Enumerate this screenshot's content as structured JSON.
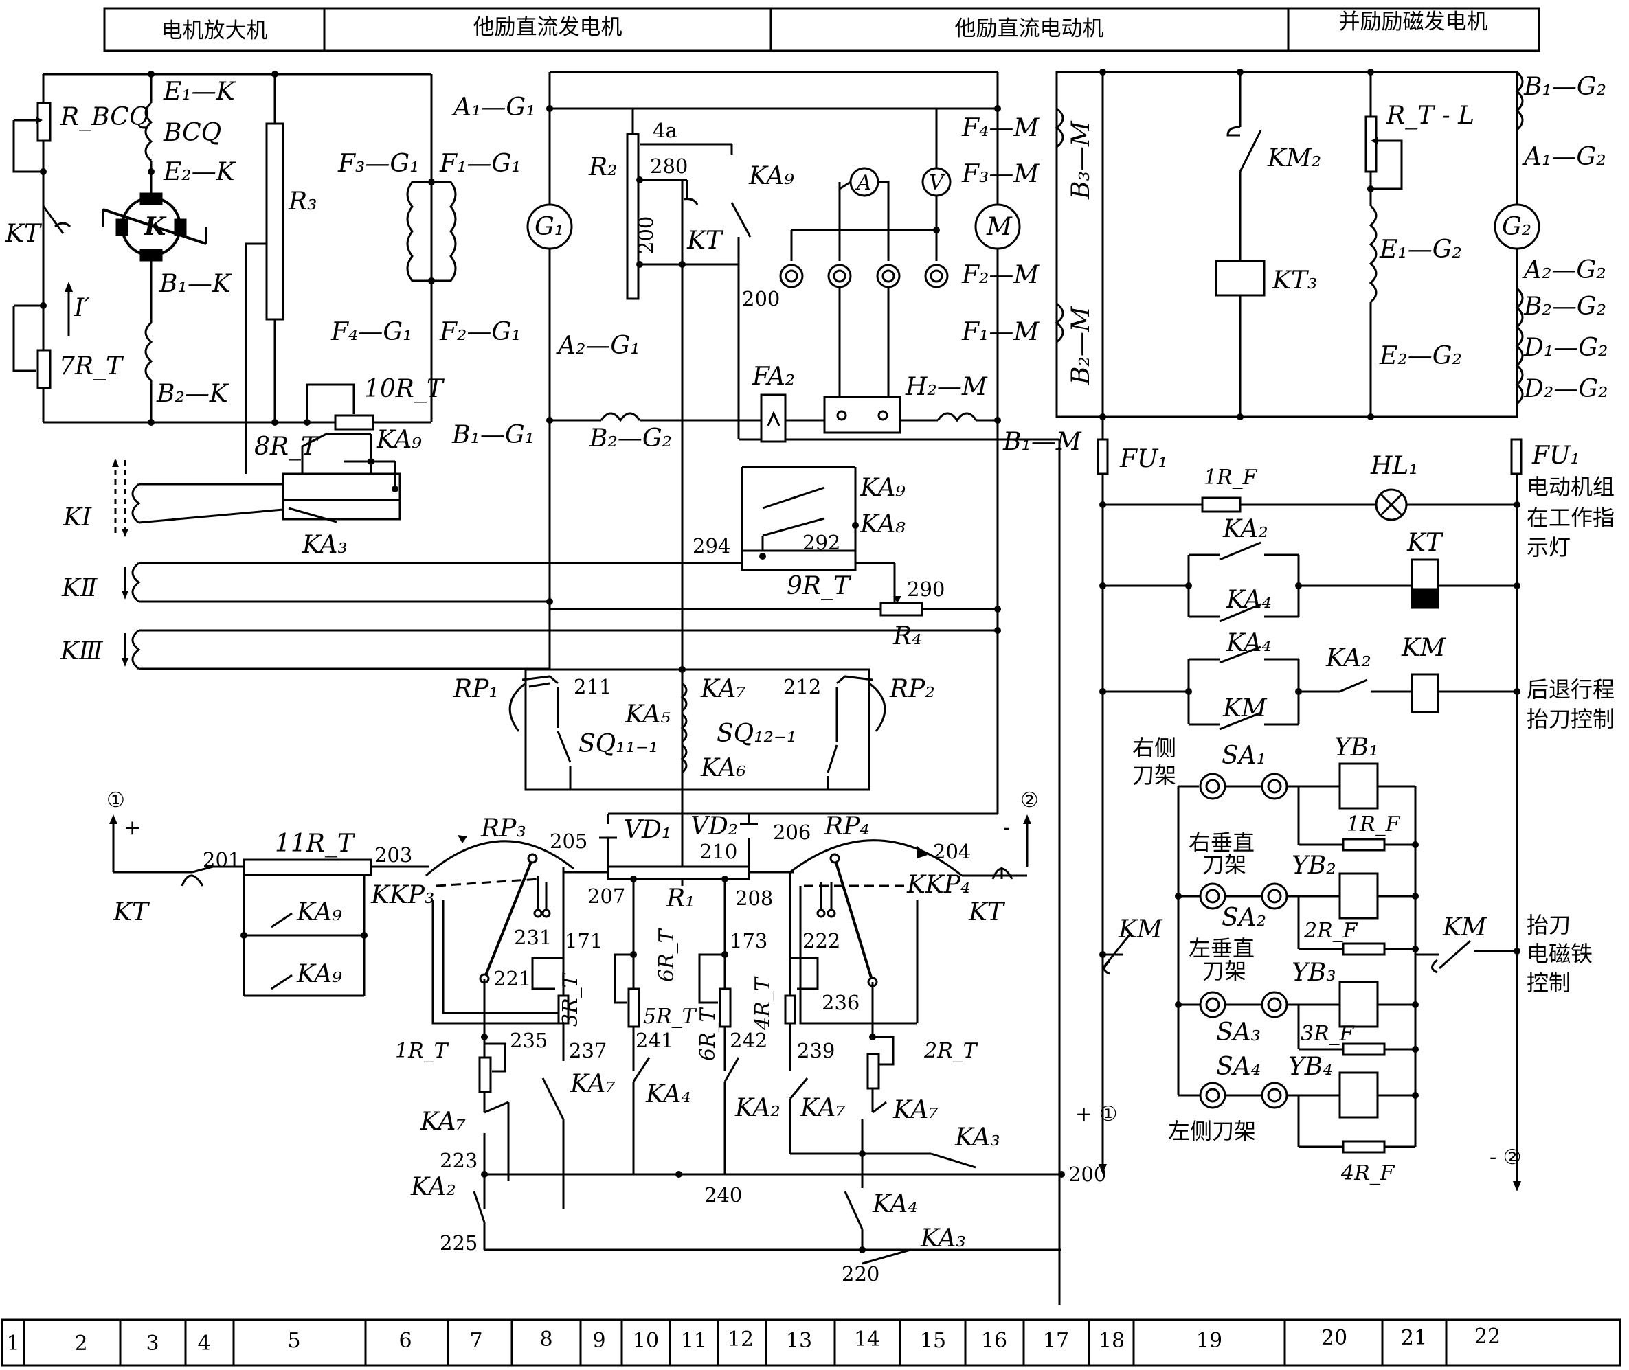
{
  "header": {
    "sections": [
      {
        "id": "amp",
        "label": "电机放大机"
      },
      {
        "id": "gen",
        "label": "他励直流发电机"
      },
      {
        "id": "motor",
        "label": "他励直流电动机"
      },
      {
        "id": "exc",
        "label": "并励励磁发电机"
      }
    ]
  },
  "footer": {
    "columns": [
      "1",
      "2",
      "3",
      "4",
      "5",
      "6",
      "7",
      "8",
      "9",
      "10",
      "11",
      "12",
      "13",
      "14",
      "15",
      "16",
      "17",
      "18",
      "19",
      "20",
      "21",
      "22"
    ]
  },
  "labels": {
    "E1K": "E₁—K",
    "E2K": "E₂—K",
    "B1K": "B₁—K",
    "B2K": "B₂—K",
    "RBCQ": "R_BCQ",
    "BCQ": "BCQ",
    "K": "K",
    "KT": "KT",
    "Iprime": "I′",
    "R7T": "7R_T",
    "R3": "R₃",
    "R10T": "10R_T",
    "R8T": "8R_T",
    "KA9a": "KA₉",
    "KA3a": "KA₃",
    "KI": "KⅠ",
    "KII": "KⅡ",
    "KIII": "KⅢ",
    "F3G1": "F₃—G₁",
    "F1G1": "F₁—G₁",
    "F4G1": "F₄—G₁",
    "F2G1": "F₂—G₁",
    "A1G1": "A₁—G₁",
    "A2G1": "A₂—G₁",
    "B1G1": "B₁—G₁",
    "B2G2": "B₂—G₂",
    "G1": "G₁",
    "R2": "R₂",
    "n4a": "4a",
    "n280": "280",
    "n200a": "200",
    "n200b": "200",
    "KA9b": "KA₉",
    "KTb": "KT",
    "A": "A",
    "V": "V",
    "M": "M",
    "FA2": "FA₂",
    "H2M": "H₂—M",
    "B1M": "B₁—M",
    "F4M": "F₄—M",
    "F3M": "F₃—M",
    "F2M": "F₂—M",
    "F1M": "F₁—M",
    "B3M": "B₃—M",
    "B2M": "B₂—M",
    "KA9c": "KA₉",
    "KA8": "KA₈",
    "n294": "294",
    "n292": "292",
    "R9T": "9R_T",
    "n290": "290",
    "R4": "R₄",
    "RP1": "RP₁",
    "n211": "211",
    "KA7a": "KA₇",
    "n212": "212",
    "RP2": "RP₂",
    "KA5": "KA₅",
    "SQ11": "SQ₁₁₋₁",
    "SQ12": "SQ₁₂₋₁",
    "KA6": "KA₆",
    "c1": "①",
    "c2": "②",
    "plus": "+",
    "minus": "-",
    "n201": "201",
    "R11T": "11R_T",
    "n203": "203",
    "KTc": "KT",
    "KKP3": "KKP₃",
    "KA9d": "KA₉",
    "KA9e": "KA₉",
    "RP3": "RP₃",
    "n205": "205",
    "VD1": "VD₁",
    "VD2": "VD₂",
    "n206": "206",
    "RP4": "RP₄",
    "n204": "204",
    "n210": "210",
    "n207": "207",
    "R1": "R₁",
    "n208": "208",
    "KKP4": "KKP₄",
    "KTd": "KT",
    "n231": "231",
    "n171": "171",
    "n221": "221",
    "R3T": "3R_T",
    "n235": "235",
    "n237": "237",
    "R1T": "1R_T",
    "R5T": "5R_T",
    "n241": "241",
    "R6Ta": "6R_T",
    "R6Tb": "6R_T",
    "n173": "173",
    "n242": "242",
    "R4T": "4R_T",
    "n222": "222",
    "n236": "236",
    "n239": "239",
    "R2T": "2R_T",
    "KA7b": "KA₇",
    "KA4a": "KA₄",
    "KA2a": "KA₂",
    "KA7c": "KA₇",
    "KA7d": "KA₇",
    "KA7e": "KA₇",
    "KA3b": "KA₃",
    "n223": "223",
    "KA2b": "KA₂",
    "n240": "240",
    "n200c": "200",
    "KA4b": "KA₄",
    "n225": "225",
    "KA3c": "KA₃",
    "n220": "220",
    "KM2": "KM₂",
    "RTL": "R_T - L",
    "KT3": "KT₃",
    "B1G2": "B₁—G₂",
    "A1G2": "A₁—G₂",
    "G2": "G₂",
    "E1G2": "E₁—G₂",
    "E2G2": "E₂—G₂",
    "A2G2": "A₂—G₂",
    "B2G2r": "B₂—G₂",
    "D1G2": "D₁—G₂",
    "D2G2": "D₂—G₂",
    "FU1a": "FU₁",
    "FU1b": "FU₁",
    "R1F": "1R_F",
    "HL1": "HL₁",
    "KA2c": "KA₂",
    "KTe": "KT",
    "KA4c": "KA₄",
    "KA4d": "KA₄",
    "KA2d": "KA₂",
    "KMa": "KM",
    "KMb": "KM",
    "SA1": "SA₁",
    "YB1": "YB₁",
    "R1Fb": "1R_F",
    "SA2": "SA₂",
    "YB2": "YB₂",
    "R2F": "2R_F",
    "SA3": "SA₃",
    "YB3": "YB₃",
    "R3F": "3R_F",
    "SA4": "SA₄",
    "YB4": "YB₄",
    "R4F": "4R_F",
    "KMc": "KM",
    "KMd": "KM",
    "plus2": "+ ①",
    "minus2": "- ②"
  },
  "notes": {
    "lamp": [
      "电动机组",
      "在工作指",
      "示灯"
    ],
    "retract": [
      "后退行程",
      "抬刀控制"
    ],
    "magnet": [
      "抬刀",
      "电磁铁",
      "控制"
    ],
    "right_rest": [
      "右侧",
      "刀架"
    ],
    "right_vert": [
      "右垂直",
      "刀架"
    ],
    "left_vert": [
      "左垂直",
      "刀架"
    ],
    "left_rest": "左侧刀架"
  }
}
